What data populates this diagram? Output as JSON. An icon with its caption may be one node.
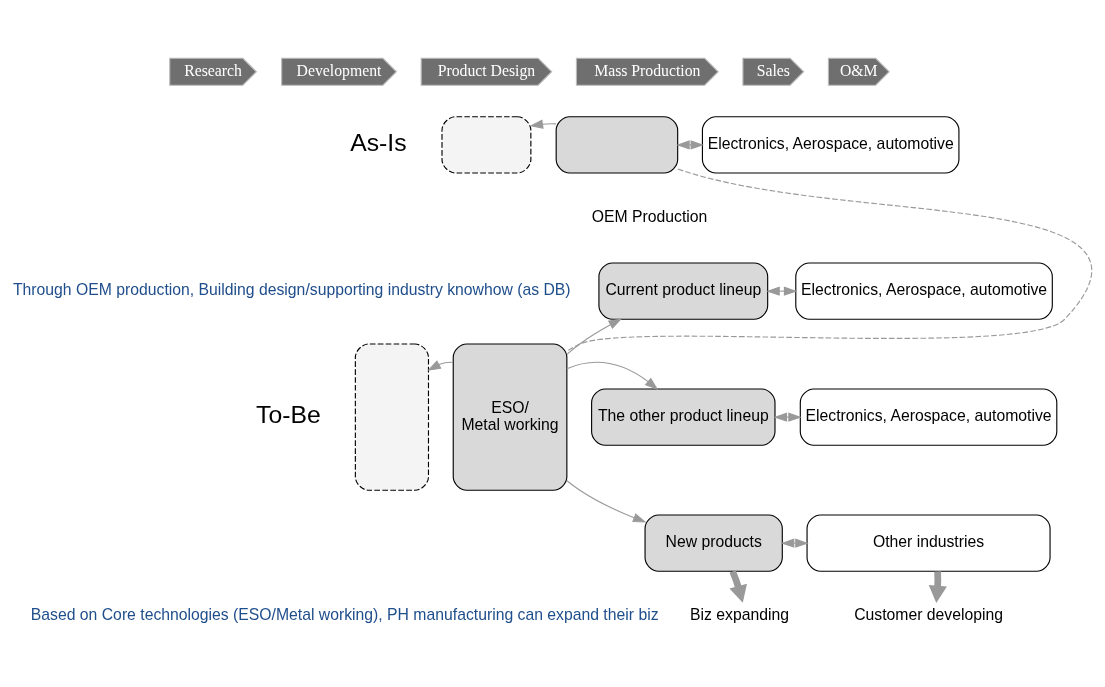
{
  "diagram": {
    "nodes": [
      {
        "text": [
          "Research"
        ]
      },
      {
        "text": [
          "Development"
        ]
      },
      {
        "text": [
          "Product Design"
        ]
      },
      {
        "text": [
          "Mass Production"
        ]
      },
      {
        "text": [
          "Sales"
        ]
      },
      {
        "text": [
          "O&M"
        ]
      },
      {
        "text": [],
        "shape": "box"
      },
      {
        "text": [],
        "shape": "box",
        "beside": [
          "OEM Production"
        ]
      },
      {
        "text": [
          "Electronics, Aerospace, automotive"
        ]
      },
      {
        "text": [],
        "shape": "box"
      },
      {
        "text": [
          "ESO/",
          "Metal working"
        ]
      },
      {
        "text": [
          "Current product lineup"
        ]
      },
      {
        "text": [
          "The other product lineup"
        ]
      },
      {
        "text": [
          "New products"
        ]
      },
      {
        "text": [
          "Electronics, Aerospace, automotive"
        ]
      },
      {
        "text": [
          "Electronics, Aerospace, automotive"
        ]
      },
      {
        "text": [
          "Other industries"
        ]
      },
      {
        "text": [
          "Biz expanding"
        ]
      },
      {
        "text": [
          "Customer developing"
        ]
      }
    ],
    "edges": [
      {
        "from": 7,
        "to": 6,
        "arrow": "to"
      },
      {
        "from": 7,
        "to": 8,
        "arrow": "both"
      },
      {
        "from": 7,
        "to": 10,
        "arrow": "none",
        "style": "dashed"
      },
      {
        "from": 10,
        "to": 9,
        "arrow": "to"
      },
      {
        "from": 10,
        "to": 11,
        "arrow": "to"
      },
      {
        "from": 10,
        "to": 12,
        "arrow": "to"
      },
      {
        "from": 10,
        "to": 13,
        "arrow": "to"
      },
      {
        "from": 11,
        "to": 14,
        "arrow": "both"
      },
      {
        "from": 12,
        "to": 15,
        "arrow": "both"
      },
      {
        "from": 13,
        "to": 16,
        "arrow": "both"
      },
      {
        "from": 13,
        "to": 17,
        "arrow": "to",
        "style": "thick"
      },
      {
        "from": 16,
        "to": 18,
        "arrow": "to",
        "style": "thick"
      }
    ],
    "labels": [
      "As-Is",
      "Through OEM production, Building design/supporting industry knowhow (as DB)",
      "To-Be",
      "Based on Core technologies (ESO/Metal working), PH manufacturing can expand their biz"
    ]
  }
}
